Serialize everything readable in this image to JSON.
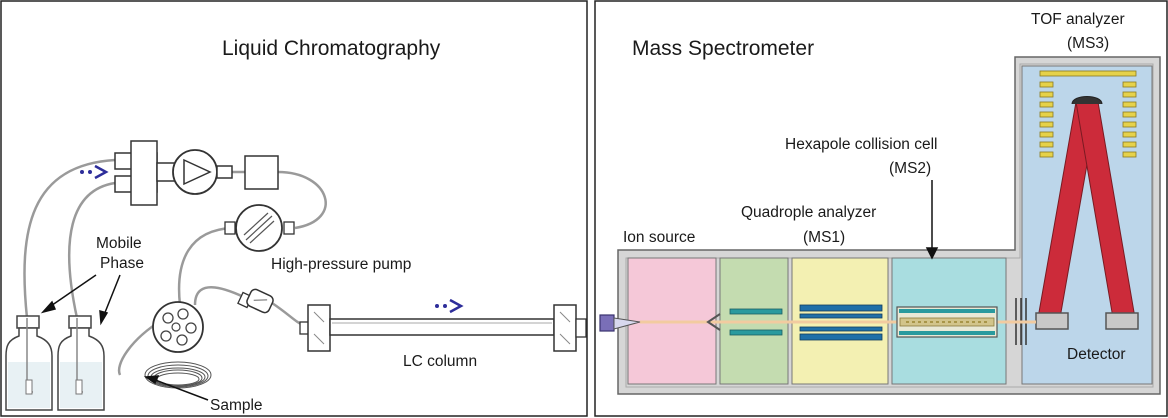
{
  "panels": {
    "lc": {
      "title": "Liquid Chromatography"
    },
    "ms": {
      "title": "Mass Spectrometer"
    }
  },
  "labels": {
    "mobile_phase_line1": "Mobile",
    "mobile_phase_line2": "Phase",
    "high_pressure_pump": "High-pressure pump",
    "lc_column": "LC column",
    "sample": "Sample",
    "ion_source": "Ion source",
    "quad_line1": "Quadrople analyzer",
    "quad_line2": "(MS1)",
    "hex_line1": "Hexapole collision cell",
    "hex_line2": "(MS2)",
    "tof_line1": "TOF analyzer",
    "tof_line2": "(MS3)",
    "detector": "Detector"
  },
  "colors": {
    "ion_source": "#f5c8d8",
    "quadrupole_chamber": "#c4dcb0",
    "quadrupole_rods": "#f3f0b2",
    "collision_cell": "#a9dde0",
    "tof_chamber": "#bcd6ea",
    "ion_path": "#cc2b3a",
    "flow_arrow": "#2d2d9a"
  }
}
